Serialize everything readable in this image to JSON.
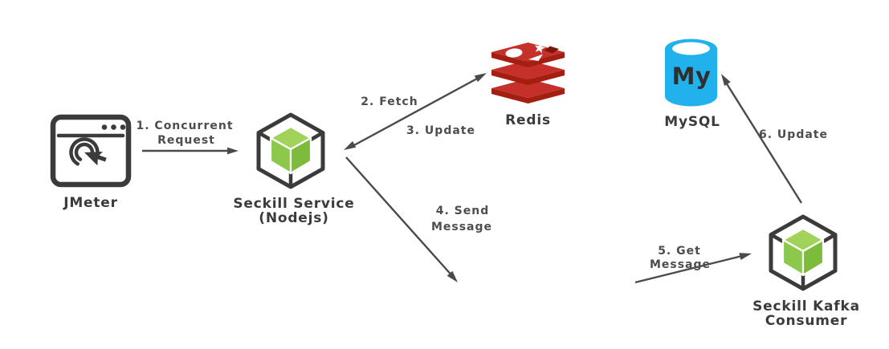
{
  "colors": {
    "ink": "#3B3B3B",
    "arrow": "#4A4A4A",
    "nodejs_green": "#8CC84B",
    "redis_red": "#C6302B",
    "redis_dark_red": "#A41E11",
    "mysql_cyan": "#21B1EC"
  },
  "nodes": {
    "jmeter": {
      "label": "JMeter",
      "icon": "browser-click-icon"
    },
    "seckill_service": {
      "label_line1": "Seckill Service",
      "label_line2": "(Nodejs)",
      "icon": "nodejs-cube-icon"
    },
    "redis": {
      "label": "Redis",
      "icon": "redis-stack-icon"
    },
    "mysql": {
      "label": "MySQL",
      "icon_text": "My",
      "icon": "mysql-database-icon"
    },
    "kafka_consumer": {
      "label_line1": "Seckill Kafka",
      "label_line2": "Consumer",
      "icon": "nodejs-cube-icon"
    }
  },
  "edges": {
    "concurrent_request": {
      "label_line1": "1. Concurrent",
      "label_line2": "Request",
      "from": "jmeter",
      "to": "seckill_service"
    },
    "fetch": {
      "label_line1": "2. Fetch",
      "from": "seckill_service",
      "to": "redis"
    },
    "update_redis": {
      "label_line1": "3. Update",
      "from": "redis",
      "to": "seckill_service"
    },
    "send_message": {
      "label_line1": "4. Send",
      "label_line2": "Message",
      "from": "seckill_service"
    },
    "get_message": {
      "label_line1": "5. Get",
      "label_line2": "Message",
      "to": "kafka_consumer"
    },
    "update_mysql": {
      "label_line1": "6. Update",
      "from": "kafka_consumer",
      "to": "mysql"
    }
  }
}
